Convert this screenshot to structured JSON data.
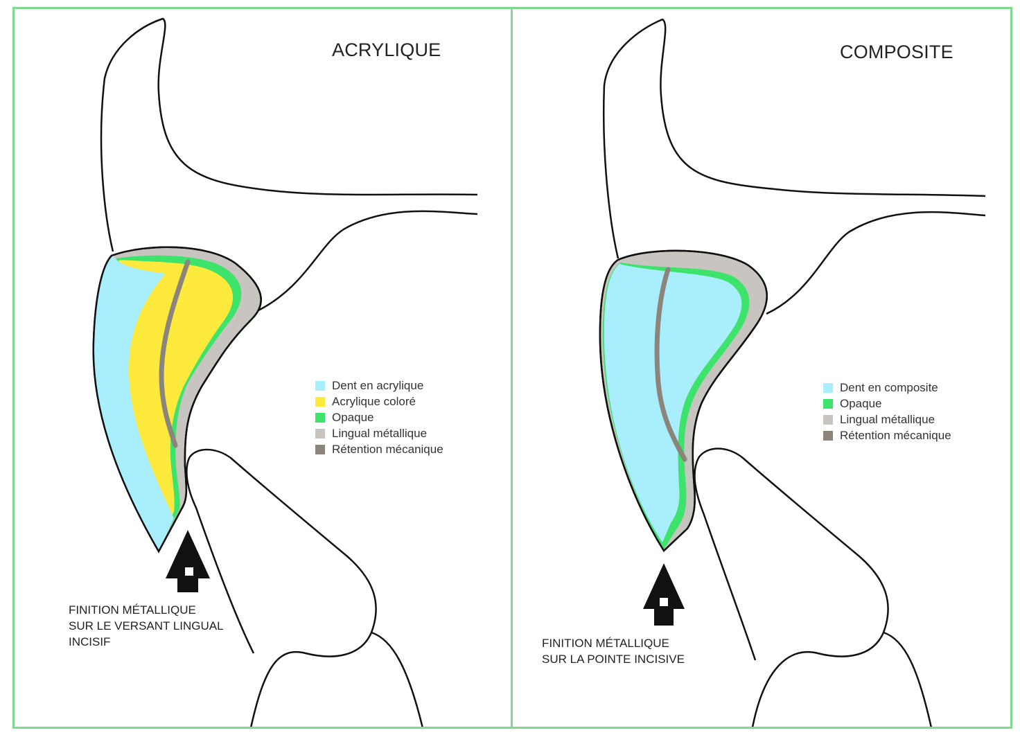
{
  "colors": {
    "frame": "#7fd98f",
    "tooth_blue": "#a9eefc",
    "yellow": "#fdea3c",
    "opaque_green": "#3de36a",
    "lingual_grey": "#c8c5c1",
    "retention_brown": "#8c857c",
    "outline": "#111111"
  },
  "left_panel": {
    "title": "ACRYLIQUE",
    "legend": [
      {
        "label": "Dent en acrylique",
        "color": "#a9eefc"
      },
      {
        "label": "Acrylique coloré",
        "color": "#fdea3c"
      },
      {
        "label": "Opaque",
        "color": "#3de36a"
      },
      {
        "label": "Lingual métallique",
        "color": "#c8c5c1"
      },
      {
        "label": "Rétention mécanique",
        "color": "#8c857c"
      }
    ],
    "note_lines": [
      "FINITION MÉTALLIQUE",
      "SUR LE VERSANT LINGUAL",
      "INCISIF"
    ]
  },
  "right_panel": {
    "title": "COMPOSITE",
    "legend": [
      {
        "label": "Dent en composite",
        "color": "#a9eefc"
      },
      {
        "label": "Opaque",
        "color": "#3de36a"
      },
      {
        "label": "Lingual métallique",
        "color": "#c8c5c1"
      },
      {
        "label": "Rétention mécanique",
        "color": "#8c857c"
      }
    ],
    "note_lines": [
      "FINITION MÉTALLIQUE",
      "SUR LA POINTE INCISIVE"
    ]
  }
}
